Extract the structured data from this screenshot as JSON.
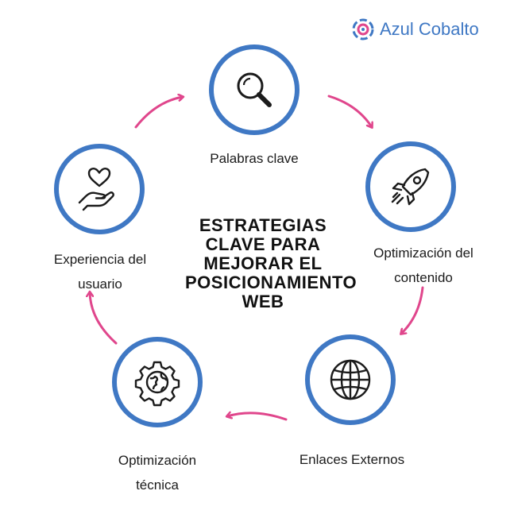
{
  "brand": {
    "name": "Azul Cobalto",
    "logo_icon": "cobalt-ring-logo-icon"
  },
  "center_title": [
    "ESTRATEGIAS",
    "CLAVE PARA",
    "MEJORAR EL",
    "POSICIONAMIENTO",
    "WEB"
  ],
  "steps": [
    {
      "icon": "magnifier-icon",
      "label_lines": [
        "Palabras clave"
      ]
    },
    {
      "icon": "rocket-icon",
      "label_lines": [
        "Optimización del",
        "contenido"
      ]
    },
    {
      "icon": "globe-icon",
      "label_lines": [
        "Enlaces Externos"
      ]
    },
    {
      "icon": "gear-globe-icon",
      "label_lines": [
        "Optimización",
        "técnica"
      ]
    },
    {
      "icon": "heart-hand-icon",
      "label_lines": [
        "Experiencia del",
        "usuario"
      ]
    }
  ],
  "colors": {
    "circle": "#3f78c4",
    "arrow": "#e0468c",
    "brand": "#3f78c4"
  }
}
